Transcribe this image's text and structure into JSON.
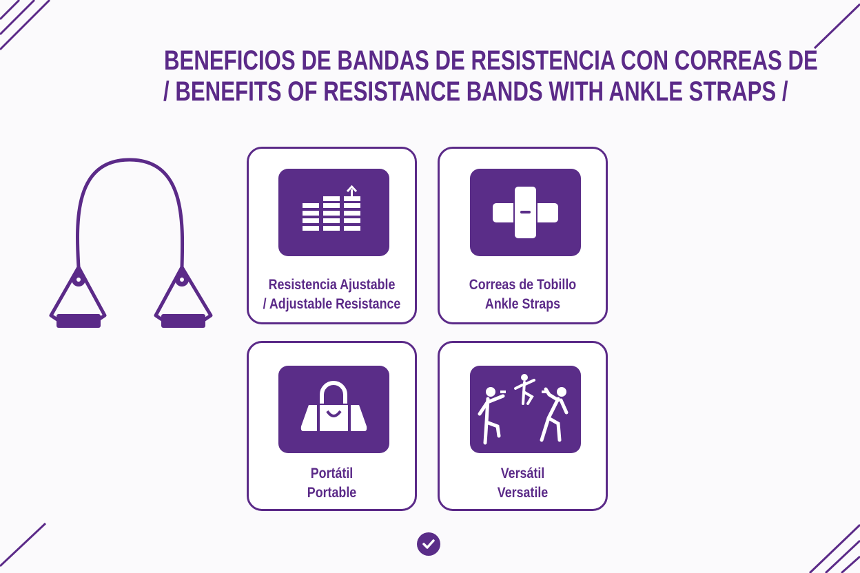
{
  "title": {
    "line1": "BENEFICIOS DE BANDAS DE RESISTENCIA CON CORREAS DE",
    "line2": "/ BENEFITS OF RESISTANCE BANDS WITH ANKLE STRAPS /"
  },
  "accent_color": "#5a2d88",
  "cards": [
    {
      "icon": "resistance-levels-icon",
      "es": "Resistencia Ajustable",
      "en": "/ Adjustable Resistance"
    },
    {
      "icon": "ankle-strap-icon",
      "es": "Correas de Tobillo",
      "en": "Ankle Straps"
    },
    {
      "icon": "gym-bag-icon",
      "es": "Portátil",
      "en": "Portable"
    },
    {
      "icon": "exercise-people-icon",
      "es": "Versátil",
      "en": "Versatile"
    }
  ]
}
